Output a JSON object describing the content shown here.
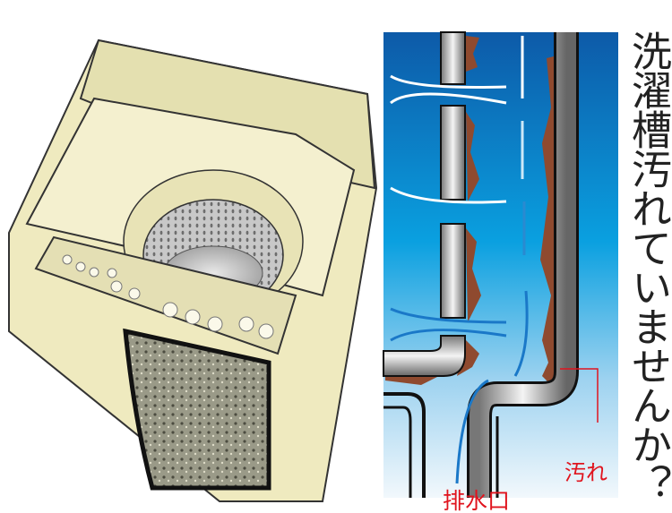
{
  "title": "洗濯槽汚れていませんか？",
  "labels": {
    "dirt": "汚れ",
    "drain": "排水口"
  },
  "colors": {
    "accent_red": "#e0141e",
    "water_top": "#0d5aa8",
    "water_bottom": "#e8f3fb",
    "dirt": "#8f4a2f",
    "machine_body": "#f2eec8"
  }
}
